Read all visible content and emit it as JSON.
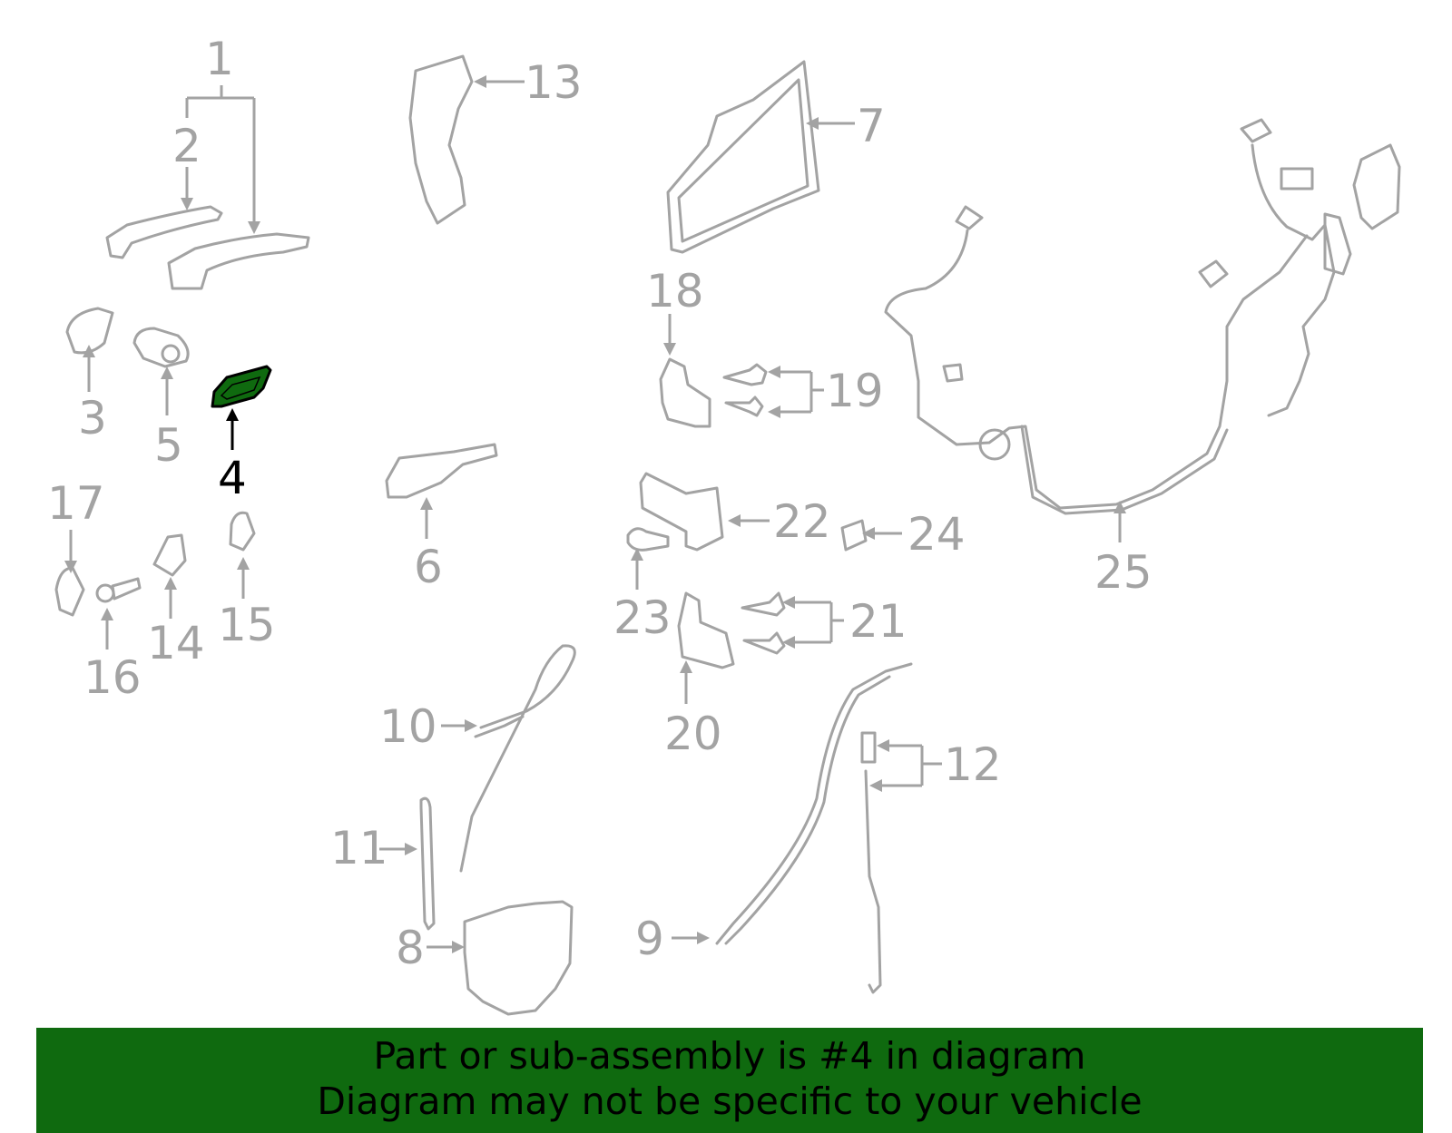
{
  "diagram": {
    "highlight_color": "#0f6a0f",
    "part_color": "#a3a3a3",
    "highlighted_part": "4",
    "callouts": [
      "1",
      "2",
      "3",
      "4",
      "5",
      "6",
      "7",
      "8",
      "9",
      "10",
      "11",
      "12",
      "13",
      "14",
      "15",
      "16",
      "17",
      "18",
      "19",
      "20",
      "21",
      "22",
      "23",
      "24",
      "25"
    ]
  },
  "banner": {
    "line1": "Part or sub-assembly is #4 in diagram",
    "line2": "Diagram may not be specific to your vehicle",
    "background": "#0f6a0f"
  }
}
